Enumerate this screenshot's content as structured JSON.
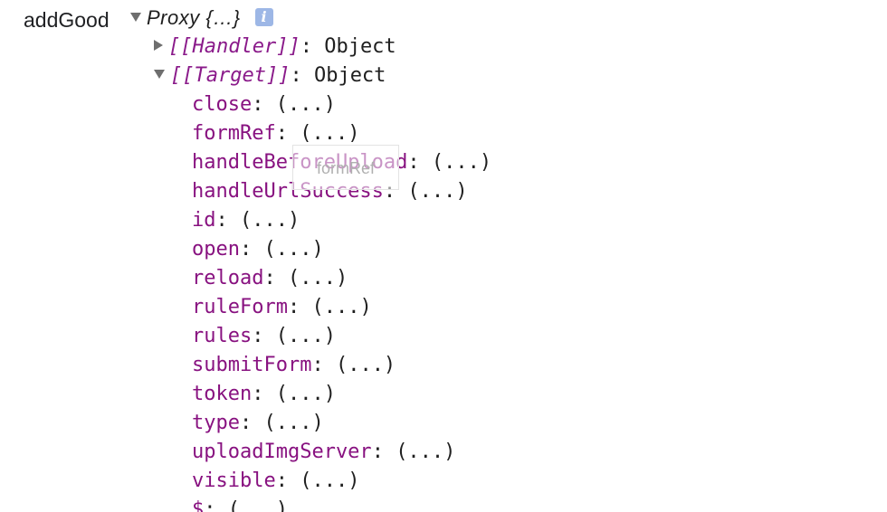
{
  "variable": {
    "name": "addGood"
  },
  "root": {
    "label": "Proxy {…}",
    "info_icon": "info-icon",
    "expanded": true
  },
  "children": [
    {
      "key": "[[Handler]]",
      "value": "Object",
      "expanded": false
    },
    {
      "key": "[[Target]]",
      "value": "Object",
      "expanded": true
    }
  ],
  "target_props": [
    {
      "key": "close",
      "value": "(...)"
    },
    {
      "key": "formRef",
      "value": "(...)"
    },
    {
      "key": "handleBeforeUpload",
      "value": "(...)"
    },
    {
      "key": "handleUrlSuccess",
      "value": "(...)"
    },
    {
      "key": "id",
      "value": "(...)"
    },
    {
      "key": "open",
      "value": "(...)"
    },
    {
      "key": "reload",
      "value": "(...)"
    },
    {
      "key": "ruleForm",
      "value": "(...)"
    },
    {
      "key": "rules",
      "value": "(...)"
    },
    {
      "key": "submitForm",
      "value": "(...)"
    },
    {
      "key": "token",
      "value": "(...)"
    },
    {
      "key": "type",
      "value": "(...)"
    },
    {
      "key": "uploadImgServer",
      "value": "(...)"
    },
    {
      "key": "visible",
      "value": "(...)"
    },
    {
      "key": "$",
      "value": "(...)"
    }
  ],
  "tooltip": {
    "text": "formRef"
  },
  "colors": {
    "property_key": "#881280",
    "internal_key": "#8a1a8a",
    "info_icon_bg": "#9db7e6",
    "text": "#1f1f1f"
  }
}
